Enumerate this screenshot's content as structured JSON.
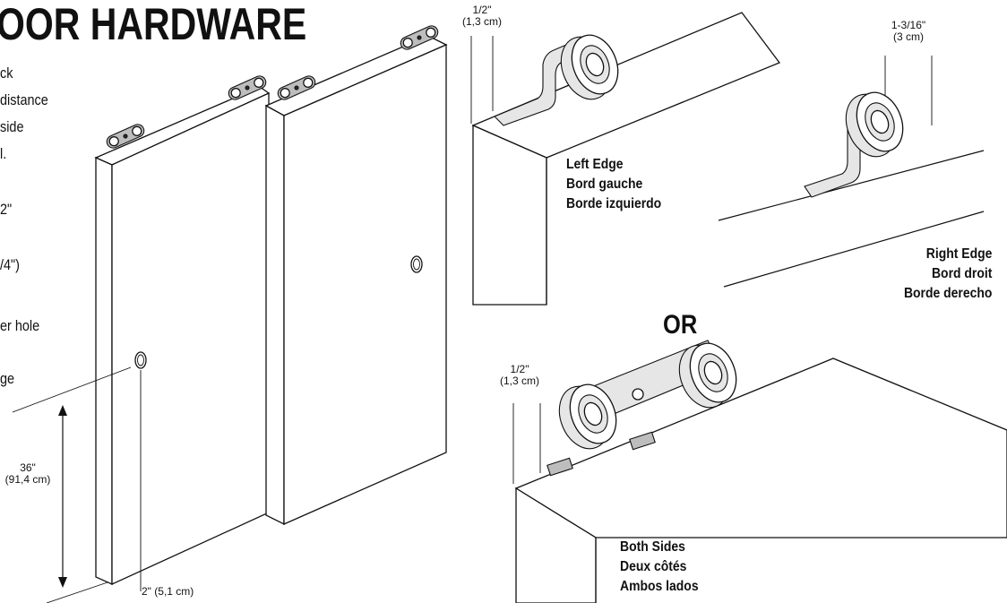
{
  "title": "OOR HARDWARE",
  "side_text": [
    "ck",
    "distance",
    "side",
    "l.",
    "2\"",
    "/4\")",
    "er hole",
    "ge"
  ],
  "dimensions": {
    "height_in": "36\"",
    "height_cm": "(91,4 cm)",
    "offset": "2\" (5,1 cm)",
    "left_gap_in": "1/2\"",
    "left_gap_cm": "(1,3 cm)",
    "right_gap_in": "1-3/16\"",
    "right_gap_cm": "(3 cm)",
    "both_gap_in": "1/2\"",
    "both_gap_cm": "(1,3 cm)"
  },
  "labels": {
    "left_edge": [
      "Left Edge",
      "Bord gauche",
      "Borde izquierdo"
    ],
    "right_edge": [
      "Right Edge",
      "Bord droit",
      "Borde derecho"
    ],
    "or": "OR",
    "both_sides": [
      "Both Sides",
      "Deux côtés",
      "Ambos lados"
    ]
  }
}
